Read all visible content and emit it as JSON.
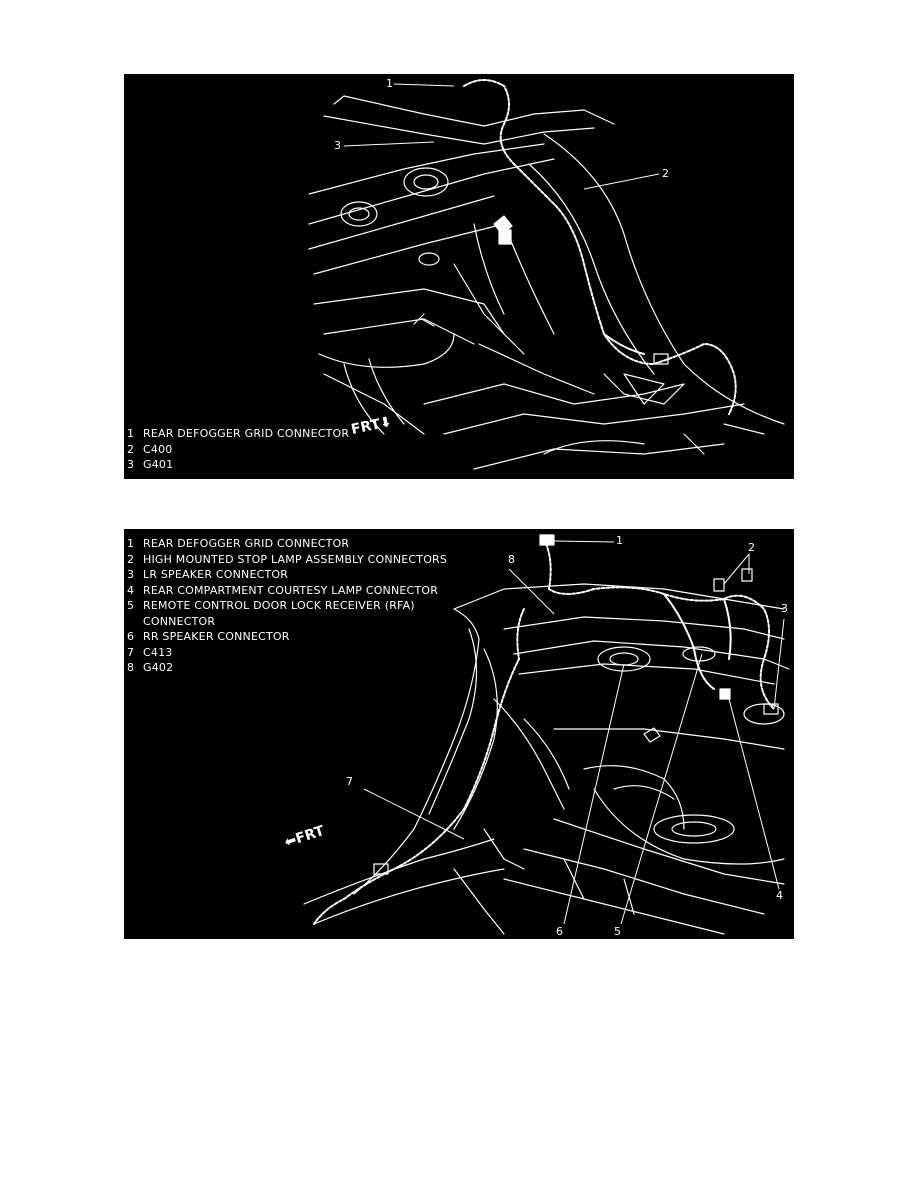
{
  "figure1": {
    "legend": [
      {
        "num": "1",
        "label": "REAR DEFOGGER GRID CONNECTOR"
      },
      {
        "num": "2",
        "label": "C400"
      },
      {
        "num": "3",
        "label": "G401"
      }
    ],
    "callouts": [
      "1",
      "2",
      "3"
    ],
    "direction": "FRT"
  },
  "figure2": {
    "legend": [
      {
        "num": "1",
        "label": "REAR DEFOGGER GRID CONNECTOR"
      },
      {
        "num": "2",
        "label": "HIGH MOUNTED STOP LAMP ASSEMBLY CONNECTORS"
      },
      {
        "num": "3",
        "label": "LR SPEAKER CONNECTOR"
      },
      {
        "num": "4",
        "label": "REAR COMPARTMENT COURTESY LAMP CONNECTOR"
      },
      {
        "num": "5",
        "label": "REMOTE CONTROL DOOR LOCK RECEIVER (RFA)"
      },
      {
        "num": "",
        "label": "CONNECTOR"
      },
      {
        "num": "6",
        "label": "RR SPEAKER CONNECTOR"
      },
      {
        "num": "7",
        "label": "C413"
      },
      {
        "num": "8",
        "label": "G402"
      }
    ],
    "callouts": [
      "1",
      "2",
      "3",
      "4",
      "5",
      "6",
      "7",
      "8"
    ],
    "direction": "FRT"
  }
}
